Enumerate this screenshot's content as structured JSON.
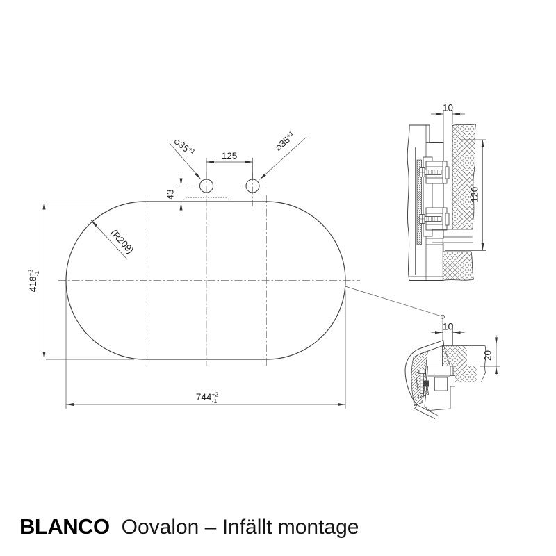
{
  "footer": {
    "brand": "BLANCO",
    "title": "Oovalon – Infällt montage"
  },
  "main_view": {
    "width_dim": {
      "value": "744",
      "tol_plus": "+2",
      "tol_minus": "-1"
    },
    "height_dim": {
      "value": "418",
      "tol_plus": "+2",
      "tol_minus": "-1"
    },
    "hole_spacing_dim": {
      "value": "125"
    },
    "hole_offset_dim": {
      "value": "43"
    },
    "corner_radius_label": {
      "value": "(R209)"
    },
    "tap_hole_left": {
      "value": "⌀35",
      "tol_plus": "+1"
    },
    "tap_hole_right": {
      "value": "⌀35",
      "tol_plus": "+1"
    }
  },
  "section_detail_top": {
    "gap_dim": {
      "value": "10"
    },
    "recess_depth_dim": {
      "value": "120"
    }
  },
  "section_detail_bottom": {
    "gap_dim": {
      "value": "10"
    },
    "counter_thickness_dim": {
      "value": "20"
    }
  },
  "colors": {
    "background": "#ffffff",
    "line": "#3c3c3c",
    "centerline": "#6f6f6f",
    "text": "#222222"
  }
}
